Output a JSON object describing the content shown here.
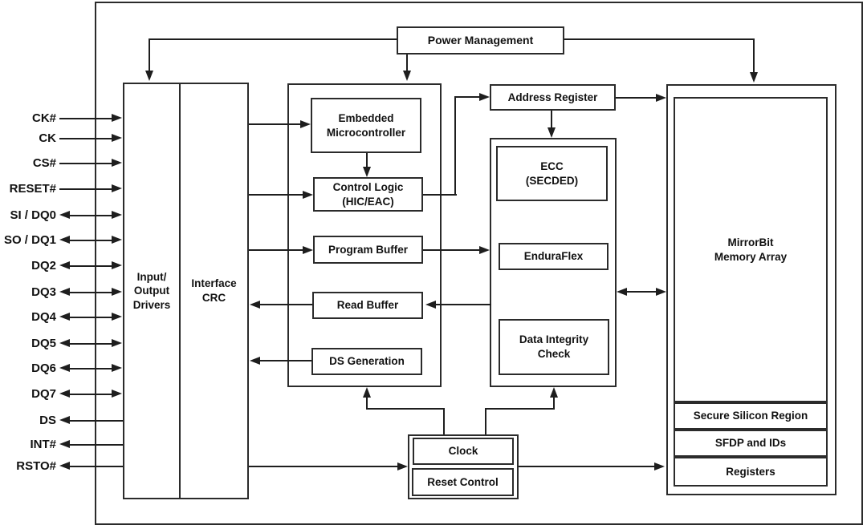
{
  "diagram_kind": "flash-memory-block-diagram",
  "pins": [
    {
      "label": "CK#",
      "dir": "in"
    },
    {
      "label": "CK",
      "dir": "in"
    },
    {
      "label": "CS#",
      "dir": "in"
    },
    {
      "label": "RESET#",
      "dir": "in"
    },
    {
      "label": "SI / DQ0",
      "dir": "bidir"
    },
    {
      "label": "SO / DQ1",
      "dir": "bidir"
    },
    {
      "label": "DQ2",
      "dir": "bidir"
    },
    {
      "label": "DQ3",
      "dir": "bidir"
    },
    {
      "label": "DQ4",
      "dir": "bidir"
    },
    {
      "label": "DQ5",
      "dir": "bidir"
    },
    {
      "label": "DQ6",
      "dir": "bidir"
    },
    {
      "label": "DQ7",
      "dir": "bidir"
    },
    {
      "label": "DS",
      "dir": "out"
    },
    {
      "label": "INT#",
      "dir": "out"
    },
    {
      "label": "RSTO#",
      "dir": "out"
    }
  ],
  "blocks": {
    "power_management": "Power Management",
    "io_drivers": "Input/\nOutput\nDrivers",
    "interface_crc": "Interface\nCRC",
    "embedded_microcontroller": "Embedded\nMicrocontroller",
    "control_logic": "Control Logic\n(HIC/EAC)",
    "program_buffer": "Program Buffer",
    "read_buffer": "Read Buffer",
    "ds_generation": "DS Generation",
    "address_register": "Address Register",
    "ecc": "ECC\n(SECDED)",
    "enduraflex": "EnduraFlex",
    "data_integrity_check": "Data Integrity\nCheck",
    "mirrorbit_memory_array": "MirrorBit\nMemory Array",
    "secure_silicon_region": "Secure Silicon Region",
    "sfdp_and_ids": "SFDP and IDs",
    "registers": "Registers",
    "clock": "Clock",
    "reset_control": "Reset Control"
  },
  "colors": {
    "background": "#ffffff",
    "wire": "#1e1e1e",
    "box_border": "#2b2b2b",
    "text": "#111111"
  }
}
